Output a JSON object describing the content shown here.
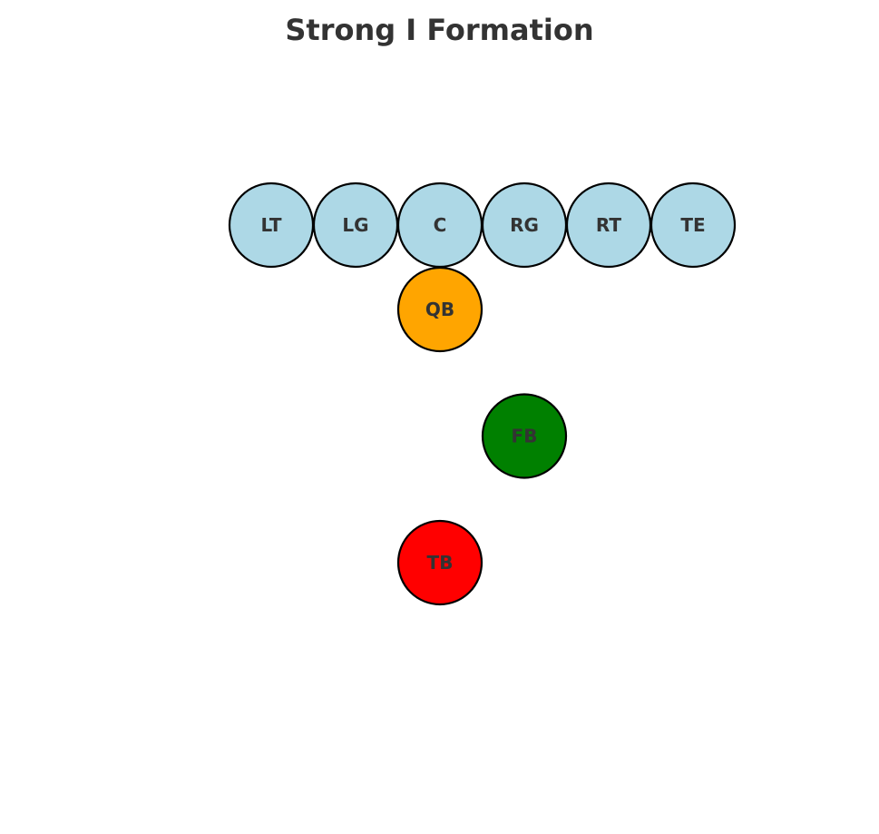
{
  "chart_data": {
    "type": "scatter",
    "title": "Strong I Formation",
    "xlabel": "",
    "ylabel": "",
    "grid": false,
    "players": [
      {
        "label": "LT",
        "x": -2,
        "y": 0,
        "color": "#add8e6"
      },
      {
        "label": "LG",
        "x": -1,
        "y": 0,
        "color": "#add8e6"
      },
      {
        "label": "C",
        "x": 0,
        "y": 0,
        "color": "#add8e6"
      },
      {
        "label": "RG",
        "x": 1,
        "y": 0,
        "color": "#add8e6"
      },
      {
        "label": "RT",
        "x": 2,
        "y": 0,
        "color": "#add8e6"
      },
      {
        "label": "TE",
        "x": 3,
        "y": 0,
        "color": "#add8e6"
      },
      {
        "label": "QB",
        "x": 0,
        "y": -1,
        "color": "#ffa500"
      },
      {
        "label": "FB",
        "x": 1,
        "y": -2.5,
        "color": "#008000"
      },
      {
        "label": "TB",
        "x": 0,
        "y": -4,
        "color": "#ff0000"
      }
    ]
  }
}
